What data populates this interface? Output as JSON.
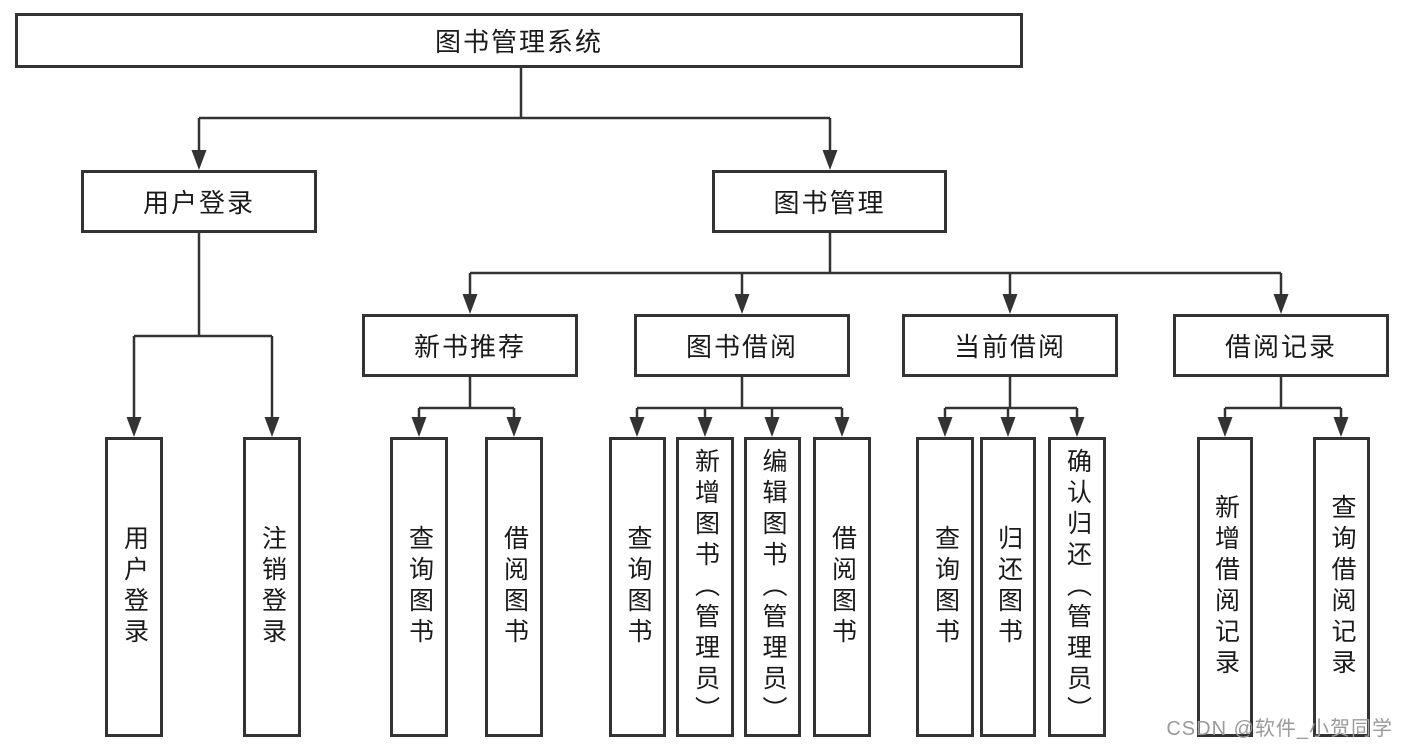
{
  "tree": {
    "root": {
      "label": "图书管理系统"
    },
    "user_login": {
      "label": "用户登录",
      "children": {
        "login": "用户登录",
        "logout": "注销登录"
      }
    },
    "book_management": {
      "label": "图书管理",
      "new_book_recommend": {
        "label": "新书推荐",
        "children": {
          "query_books": "查询图书",
          "borrow_books": "借阅图书"
        }
      },
      "book_borrow": {
        "label": "图书借阅",
        "children": {
          "query_books": "查询图书",
          "add_books_admin": "新增图书（管理员）",
          "edit_books_admin": "编辑图书（管理员）",
          "borrow_books": "借阅图书"
        }
      },
      "current_borrow": {
        "label": "当前借阅",
        "children": {
          "query_books": "查询图书",
          "return_books": "归还图书",
          "confirm_return_admin": "确认归还（管理员）"
        }
      },
      "borrow_records": {
        "label": "借阅记录",
        "children": {
          "add_borrow_record": "新增借阅记录",
          "query_borrow_record": "查询借阅记录"
        }
      }
    }
  },
  "watermark": "CSDN @软件_小贺同学",
  "colors": {
    "line": "#333333",
    "box_border": "#333333",
    "box_fill": "#ffffff",
    "text": "#1a1a1a",
    "watermark": "#9a9a9a"
  }
}
